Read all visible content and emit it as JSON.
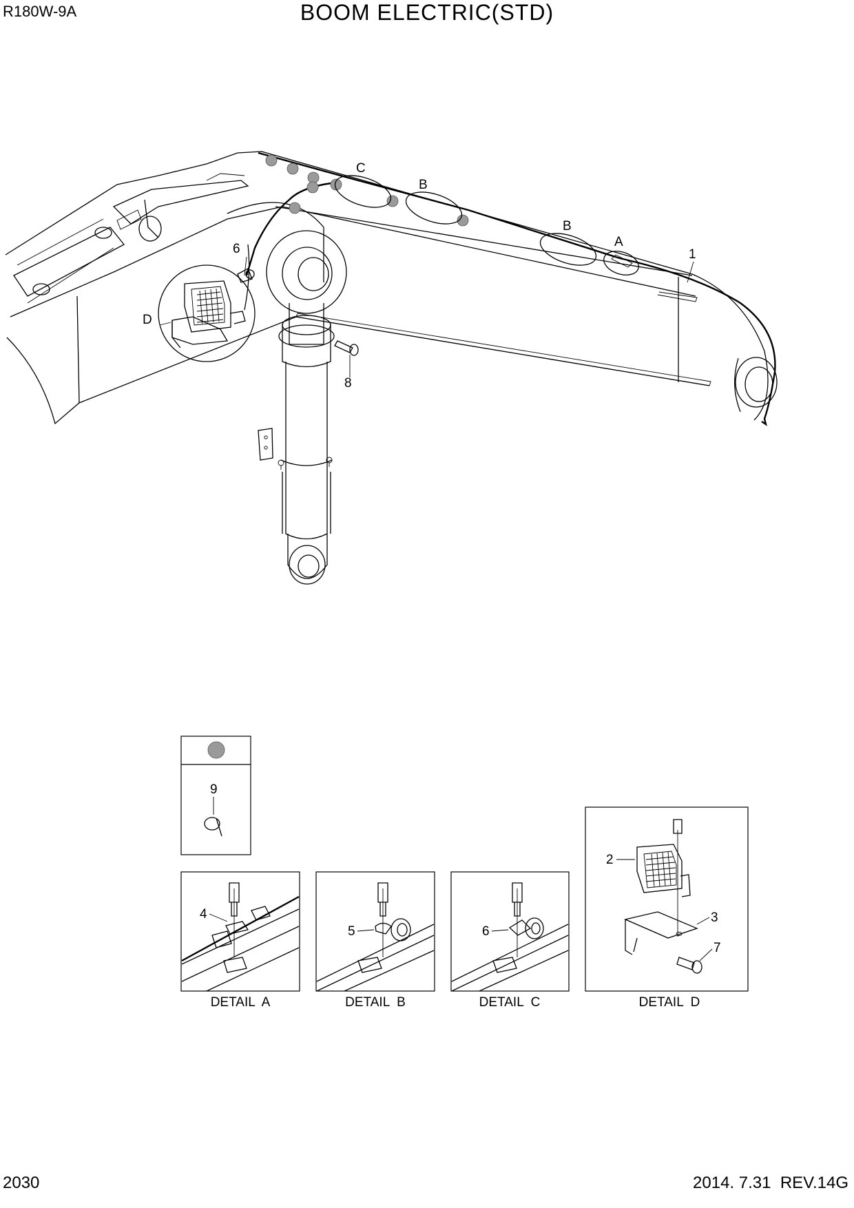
{
  "header": {
    "model": "R180W-9A",
    "title": "BOOM ELECTRIC(STD)"
  },
  "footer": {
    "page_number": "2030",
    "revision": "2014. 7.31  REV.14G"
  },
  "callouts": {
    "main": [
      "1",
      "6",
      "8"
    ],
    "detail_letters": [
      "A",
      "B",
      "B",
      "C",
      "D"
    ]
  },
  "legend": {
    "symbol": "gray-dot-icon",
    "part": "9"
  },
  "details": [
    {
      "caption": "DETAIL  A",
      "part": "4"
    },
    {
      "caption": "DETAIL  B",
      "part": "5"
    },
    {
      "caption": "DETAIL  C",
      "part": "6"
    },
    {
      "caption": "DETAIL  D",
      "parts": [
        "2",
        "3",
        "7"
      ]
    }
  ],
  "colors": {
    "line": "#000000",
    "clip_marker": "#9a9a9a",
    "background": "#ffffff"
  }
}
